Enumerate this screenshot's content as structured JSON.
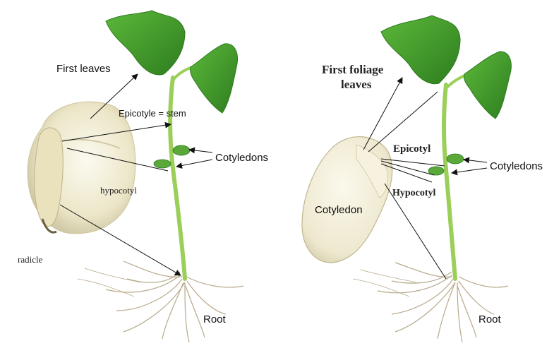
{
  "left_panel": {
    "labels": {
      "first_leaves": "First leaves",
      "epicotyle": "Epicotyle = stem",
      "cotyledons": "Cotyledons",
      "hypocotyl": "hypocotyl",
      "radicle": "radicle",
      "root": "Root"
    }
  },
  "right_panel": {
    "labels": {
      "first_foliage_line1": "First foliage",
      "first_foliage_line2": "leaves",
      "epicotyl": "Epicotyl",
      "hypocotyl": "Hypocotyl",
      "cotyledons": "Cotyledons",
      "cotyledon": "Cotyledon",
      "root": "Root"
    }
  },
  "colors": {
    "leaf": "#3f9e2a",
    "leaf_dark": "#2c7a1c",
    "stem": "#9bcf5a",
    "seed_light": "#f3efd9",
    "seed_shadow": "#c9c29c",
    "root": "#b8a98c",
    "arrow": "#111111"
  }
}
